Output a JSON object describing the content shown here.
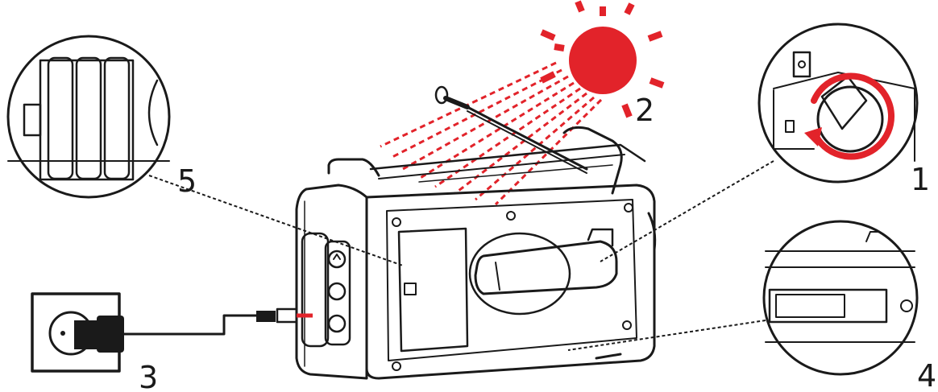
{
  "callouts": [
    {
      "id": "1",
      "label": "1"
    },
    {
      "id": "2",
      "label": "2"
    },
    {
      "id": "3",
      "label": "3"
    },
    {
      "id": "4",
      "label": "4"
    },
    {
      "id": "5",
      "label": "5"
    }
  ],
  "colors": {
    "ink": "#1a1a1a",
    "accent_red": "#e2232a",
    "background": "#ffffff"
  },
  "icons": [
    "sun-icon",
    "hand-crank-icon",
    "power-outlet-icon",
    "usb-plug-icon",
    "battery-compartment-icon",
    "antenna-icon"
  ]
}
